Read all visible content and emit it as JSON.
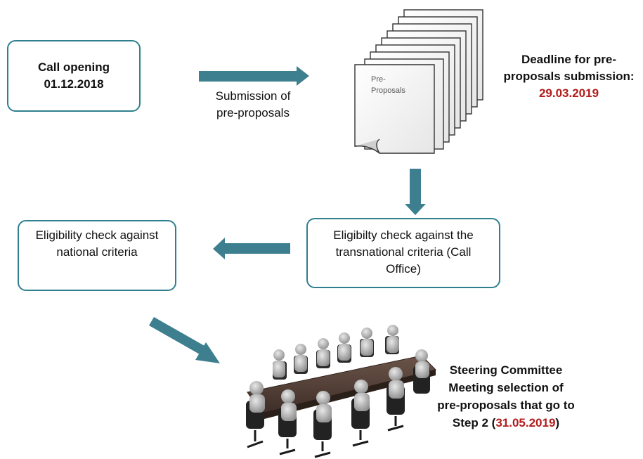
{
  "call_opening": {
    "title": "Call opening",
    "date": "01.12.2018"
  },
  "submission": {
    "line1": "Submission of",
    "line2": "pre-proposals"
  },
  "document_stack": {
    "label_line1": "Pre-",
    "label_line2": "Proposals",
    "icon": "document-stack-icon"
  },
  "deadline": {
    "line1": "Deadline for pre-",
    "line2": "proposals submission:",
    "date": "29.03.2019"
  },
  "transnational_check": {
    "line1": "Eligibilty check against the",
    "line2": "transnational criteria (Call",
    "line3": "Office)"
  },
  "national_check": {
    "line1": "Eligibility check against",
    "line2": "national criteria"
  },
  "meeting_image": {
    "icon": "meeting-table-icon"
  },
  "steering": {
    "line1": "Steering Committee",
    "line2": "Meeting  selection of",
    "line3": "pre-proposals that go to",
    "line4_prefix": "Step 2 (",
    "line4_date": "31.05.2019",
    "line4_suffix": ")"
  },
  "colors": {
    "arrow": "#3d7f8e",
    "box_border": "#2f7f8f",
    "date_red": "#b31b1b"
  }
}
